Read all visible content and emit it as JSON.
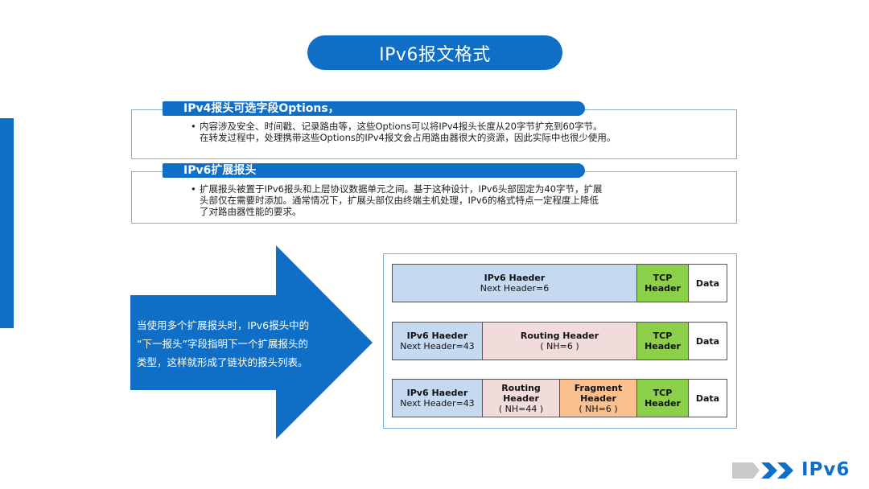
{
  "title": "IPv6报文格式",
  "section1": {
    "heading": "IPv4报头可选字段Options，",
    "bullet_line1": "内容涉及安全、时间戳、记录路由等，这些Options可以将IPv4报头长度从20字节扩充到60字节。",
    "bullet_line2": "在转发过程中，处理携带这些Options的IPv4报文会占用路由器很大的资源，因此实际中也很少使用。"
  },
  "section2": {
    "heading": "IPv6扩展报头",
    "bullet_line1": "扩展报头被置于IPv6报头和上层协议数据单元之间。基于这种设计，IPv6头部固定为40字节，扩展",
    "bullet_line2": "头部仅在需要时添加。通常情况下，扩展头部仅由终端主机处理，IPv6的格式特点一定程度上降低",
    "bullet_line3": "了对路由器性能的要求。"
  },
  "arrow_text": {
    "line1": "当使用多个扩展报头时，IPv6报头中的",
    "line2": "“下一报头”字段指明下一个扩展报头的",
    "line3": "类型，这样就形成了链状的报头列表。"
  },
  "diagram": {
    "row1": {
      "ipv6_title": "IPv6 Haeder",
      "ipv6_sub": "Next Header=6",
      "tcp_l1": "TCP",
      "tcp_l2": "Header",
      "data": "Data"
    },
    "row2": {
      "ipv6_title": "IPv6 Haeder",
      "ipv6_sub": "Next Header=43",
      "routing_title": "Routing Header",
      "routing_sub": "( NH=6 )",
      "tcp_l1": "TCP",
      "tcp_l2": "Header",
      "data": "Data"
    },
    "row3": {
      "ipv6_title": "IPv6 Haeder",
      "ipv6_sub": "Next Header=43",
      "routing_l1": "Routing",
      "routing_l2": "Header",
      "routing_sub": "( NH=44 )",
      "frag_l1": "Fragment",
      "frag_l2": "Header",
      "frag_sub": "( NH=6 )",
      "tcp_l1": "TCP",
      "tcp_l2": "Header",
      "data": "Data"
    }
  },
  "logo_text": "IPv6",
  "colors": {
    "brand": "#0F6FC6",
    "ipv6": "#c5d9f1",
    "routing": "#f2dcdb",
    "fragment": "#fac090",
    "tcp": "#8ccf48"
  }
}
